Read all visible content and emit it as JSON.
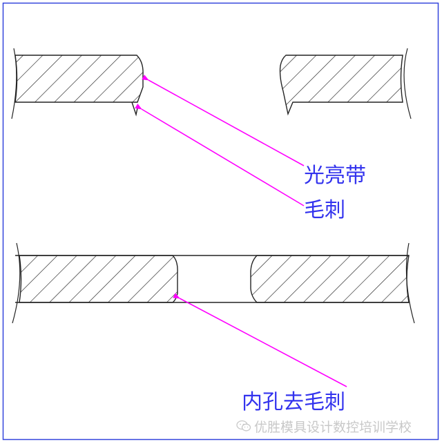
{
  "labels": {
    "bright_band": "光亮带",
    "burr": "毛刺",
    "hole_deburr": "内孔去毛刺"
  },
  "watermark": {
    "text": "优胜模具设计数控培训学校",
    "icon": "wechat-icon"
  },
  "colors": {
    "border": "#3344dd",
    "arrow": "#ff00ff",
    "label": "#3333ee",
    "outline": "#222222",
    "watermark": "#c8c8c8"
  }
}
